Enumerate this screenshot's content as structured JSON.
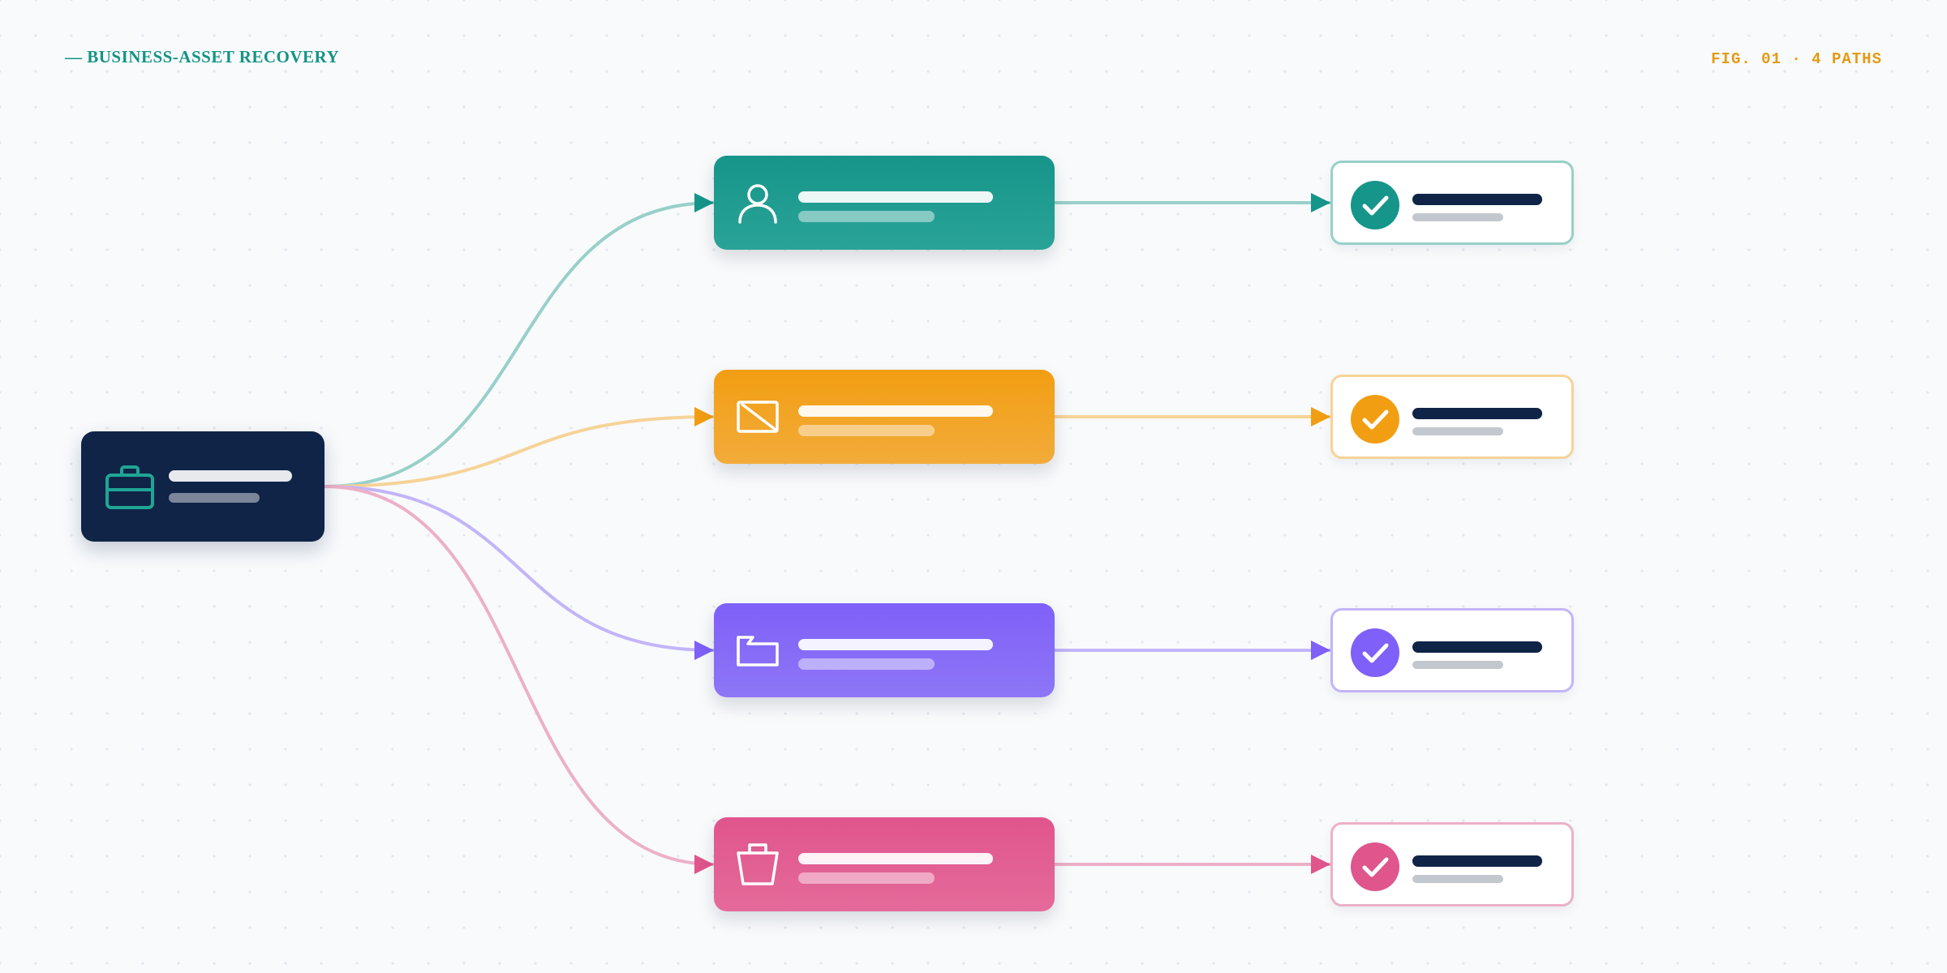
{
  "header": {
    "title": "— BUSINESS-ASSET RECOVERY",
    "figure_label": "FIG. 01 · 4 PATHS"
  },
  "colors": {
    "accent_title": "#149485",
    "accent_label": "#e49b12",
    "source_bg": "#0f2447",
    "teal": "#16958a",
    "amber": "#f29e12",
    "violet": "#7f60f8",
    "pink": "#e0558c"
  },
  "source": {
    "icon": "briefcase-icon"
  },
  "paths": [
    {
      "id": "person",
      "icon": "person-icon",
      "color": "#16958a",
      "light": "#97d0c8",
      "grad_end": "#2aa397"
    },
    {
      "id": "slash",
      "icon": "image-slash-icon",
      "color": "#f29e12",
      "light": "#f6d397",
      "grad_end": "#f2ab3a"
    },
    {
      "id": "folder",
      "icon": "folder-icon",
      "color": "#7f60f8",
      "light": "#c3b5f8",
      "grad_end": "#8d76f6"
    },
    {
      "id": "bag",
      "icon": "shopping-bag-icon",
      "color": "#e0558c",
      "light": "#ecb0c8",
      "grad_end": "#e46a9a"
    }
  ]
}
